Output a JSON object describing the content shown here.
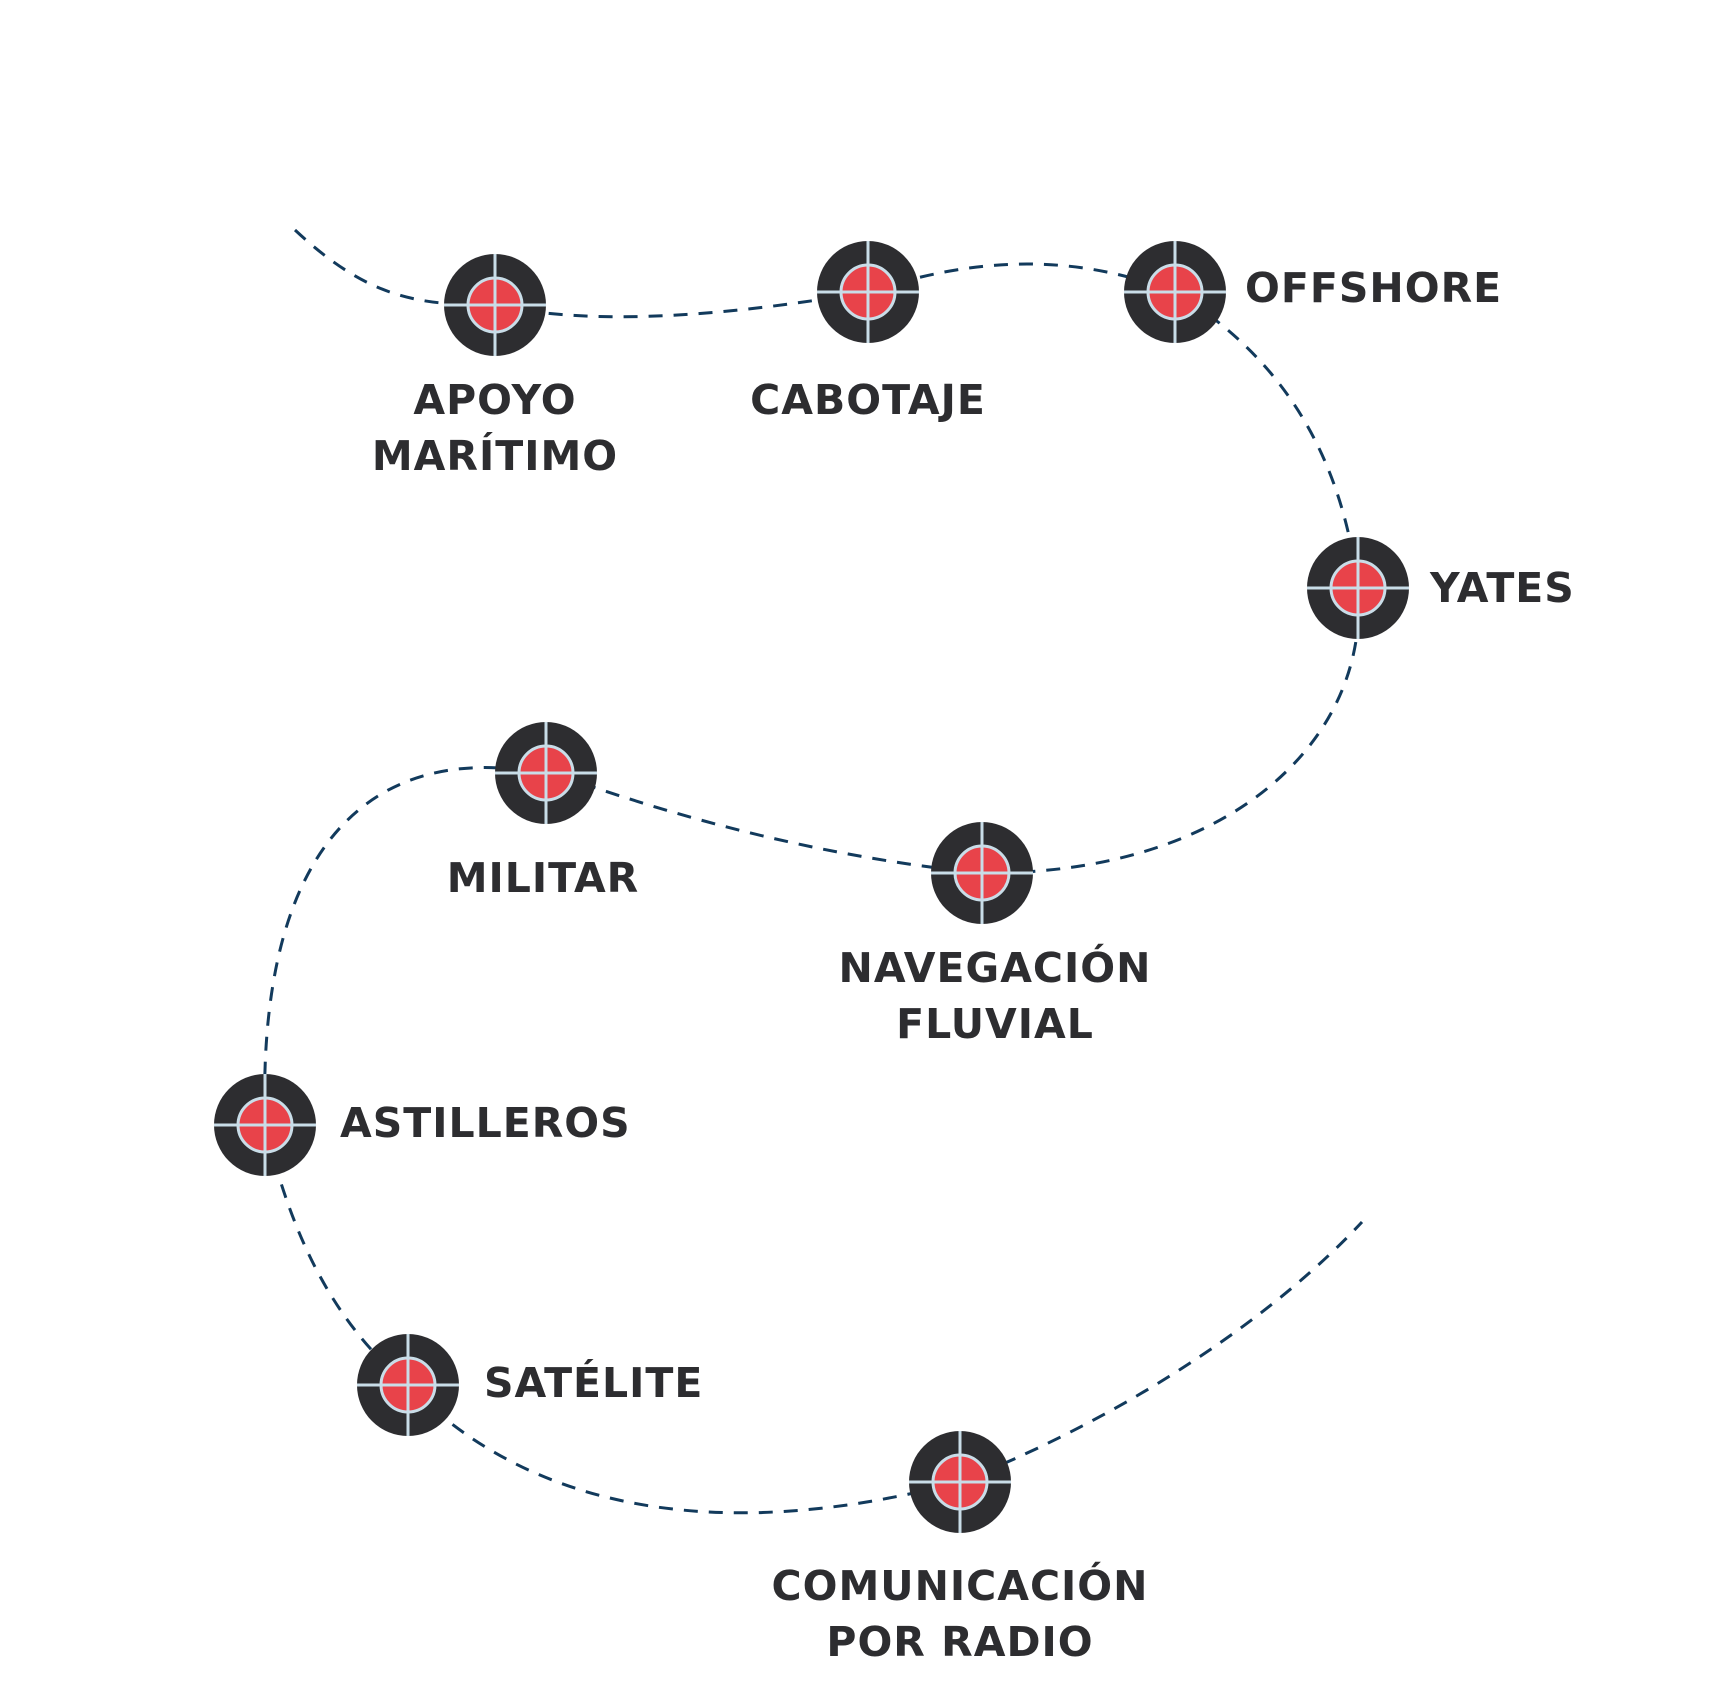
{
  "colors": {
    "path": "#123a5c",
    "marker_ring": "#2d2d30",
    "marker_core": "#e8434a",
    "crosshair": "#c9dde8",
    "label": "#2d2d30",
    "background": "#ffffff"
  },
  "marker_icon": "crosshair-target-icon",
  "nodes": [
    {
      "id": "apoyo-maritimo",
      "lines": [
        "APOYO",
        "MARÍTIMO"
      ]
    },
    {
      "id": "cabotaje",
      "lines": [
        "CABOTAJE"
      ]
    },
    {
      "id": "offshore",
      "lines": [
        "OFFSHORE"
      ]
    },
    {
      "id": "yates",
      "lines": [
        "YATES"
      ]
    },
    {
      "id": "navegacion-fluvial",
      "lines": [
        "NAVEGACIÓN",
        "FLUVIAL"
      ]
    },
    {
      "id": "militar",
      "lines": [
        "MILITAR"
      ]
    },
    {
      "id": "astilleros",
      "lines": [
        "ASTILLEROS"
      ]
    },
    {
      "id": "satelite",
      "lines": [
        "SATÉLITE"
      ]
    },
    {
      "id": "comunicacion-por-radio",
      "lines": [
        "COMUNICACIÓN",
        "POR RADIO"
      ]
    }
  ]
}
